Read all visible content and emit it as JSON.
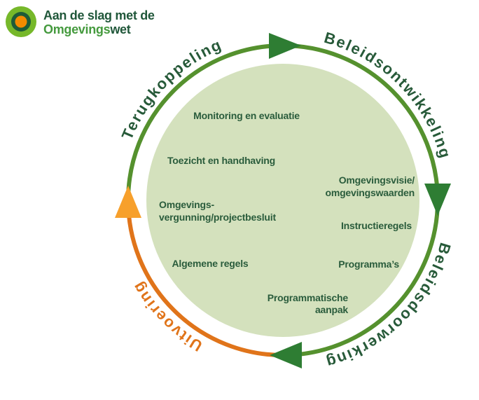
{
  "logo": {
    "brand_line1": "Aan de slag met de",
    "brand_line2_green": "Omgevings",
    "brand_line2_dark": "wet",
    "mark_colors": {
      "outer": "#76b82a",
      "ring": "#1d5b38",
      "center": "#f28b00"
    }
  },
  "colors": {
    "ring_green": "#55912e",
    "arrowhead_green": "#2e7d33",
    "ring_orange": "#e0741a",
    "arrowhead_orange": "#f7a02c",
    "inner_circle": "#d4e1bd",
    "text_dark_green": "#2a5c3c",
    "text_orange": "#e0741a"
  },
  "cycle": {
    "phases": [
      {
        "label": "Terugkoppeling"
      },
      {
        "label": "Beleidsontwikkeling"
      },
      {
        "label": "Beleidsdoorwerking"
      },
      {
        "label": "Uitvoering"
      }
    ],
    "instruments": {
      "monitoring": "Monitoring en evaluatie",
      "toezicht": "Toezicht en handhaving",
      "vergunning_line1": "Omgevings-",
      "vergunning_line2": "vergunning/projectbesluit",
      "algemene_regels": "Algemene regels",
      "omgevingsvisie_line1": "Omgevingsvisie/",
      "omgevingsvisie_line2": "omgevingswaarden",
      "instructieregels": "Instructieregels",
      "programmas": "Programma’s",
      "programmatische_line1": "Programmatische",
      "programmatische_line2": "aanpak"
    }
  }
}
